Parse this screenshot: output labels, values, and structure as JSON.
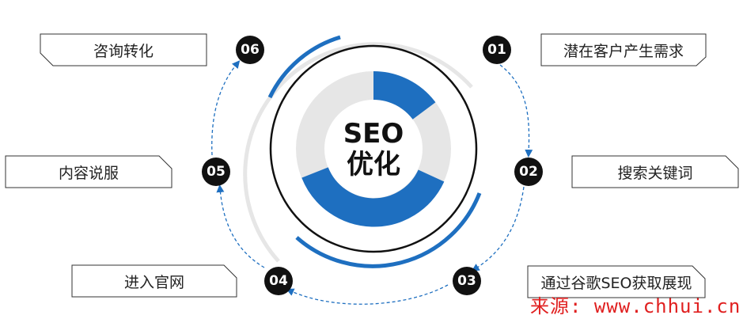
{
  "center": {
    "line1": "SEO",
    "line2": "优化"
  },
  "steps": [
    {
      "number": "01",
      "label": "潜在客户产生需求"
    },
    {
      "number": "02",
      "label": "搜索关键词"
    },
    {
      "number": "03",
      "label": "通过谷歌SEO获取展现"
    },
    {
      "number": "04",
      "label": "进入官网"
    },
    {
      "number": "05",
      "label": "内容说服"
    },
    {
      "number": "06",
      "label": "咨询转化"
    }
  ],
  "colors": {
    "accent": "#1e6fc0",
    "ring_gray": "#e6e6e6",
    "badge": "#111111",
    "watermark": "#e02020"
  },
  "watermark": "来源: www.chhui.cn"
}
